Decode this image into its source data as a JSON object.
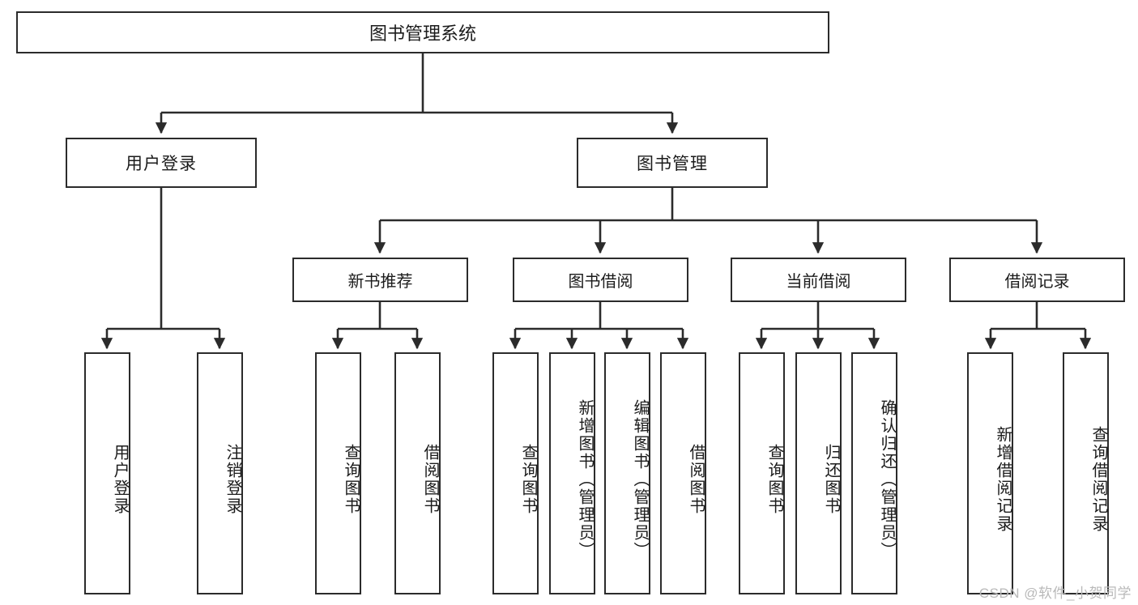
{
  "diagram": {
    "title": "图书管理系统",
    "root": {
      "id": "root",
      "label": "图书管理系统"
    },
    "level2": [
      {
        "id": "user-login",
        "label": "用户登录"
      },
      {
        "id": "book-manage",
        "label": "图书管理"
      }
    ],
    "level3": [
      {
        "id": "new-book-rec",
        "label": "新书推荐"
      },
      {
        "id": "book-borrow",
        "label": "图书借阅"
      },
      {
        "id": "current-borrow",
        "label": "当前借阅"
      },
      {
        "id": "borrow-record",
        "label": "借阅记录"
      }
    ],
    "leaves": {
      "user_login": [
        {
          "id": "leaf-user-login",
          "label": "用户登录"
        },
        {
          "id": "leaf-logout",
          "label": "注销登录"
        }
      ],
      "new_book_rec": [
        {
          "id": "leaf-query-book-1",
          "label": "查询图书"
        },
        {
          "id": "leaf-borrow-book-1",
          "label": "借阅图书"
        }
      ],
      "book_borrow": [
        {
          "id": "leaf-query-book-2",
          "label": "查询图书"
        },
        {
          "id": "leaf-add-book",
          "label": "新增图书（管理员）"
        },
        {
          "id": "leaf-edit-book",
          "label": "编辑图书（管理员）"
        },
        {
          "id": "leaf-borrow-book-2",
          "label": "借阅图书"
        }
      ],
      "current_borrow": [
        {
          "id": "leaf-query-book-3",
          "label": "查询图书"
        },
        {
          "id": "leaf-return-book",
          "label": "归还图书"
        },
        {
          "id": "leaf-confirm-return",
          "label": "确认归还（管理员）"
        }
      ],
      "borrow_record": [
        {
          "id": "leaf-add-record",
          "label": "新增借阅记录"
        },
        {
          "id": "leaf-query-record",
          "label": "查询借阅记录"
        }
      ]
    },
    "colors": {
      "stroke": "#2b2b2b",
      "text": "#1b1b1b",
      "background": "#ffffff",
      "watermark": "#b9b9b9"
    }
  },
  "watermark": {
    "text": "CSDN @软件_小贺同学"
  }
}
